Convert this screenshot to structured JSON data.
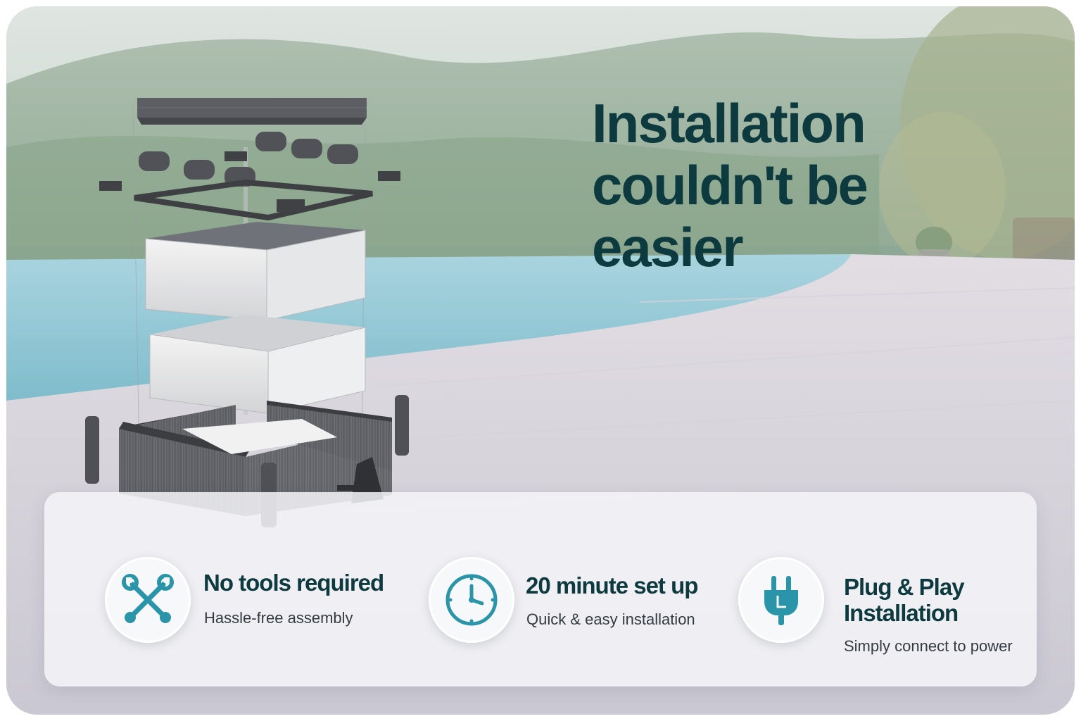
{
  "headline": {
    "line1": "Installation",
    "line2": "couldn't be",
    "line3": "easier"
  },
  "features": [
    {
      "title": "No tools required",
      "subtitle": "Hassle-free assembly",
      "icon": "crossed-wrenches-icon"
    },
    {
      "title": "20 minute set up",
      "subtitle": "Quick & easy installation",
      "icon": "clock-icon"
    },
    {
      "title_line1": "Plug & Play",
      "title_line2": "Installation",
      "subtitle": "Simply connect to power",
      "icon": "plug-icon"
    }
  ],
  "colors": {
    "headline": "#0c3a3f",
    "icon_teal": "#2a94a8",
    "pool": "#8fc6d4"
  }
}
